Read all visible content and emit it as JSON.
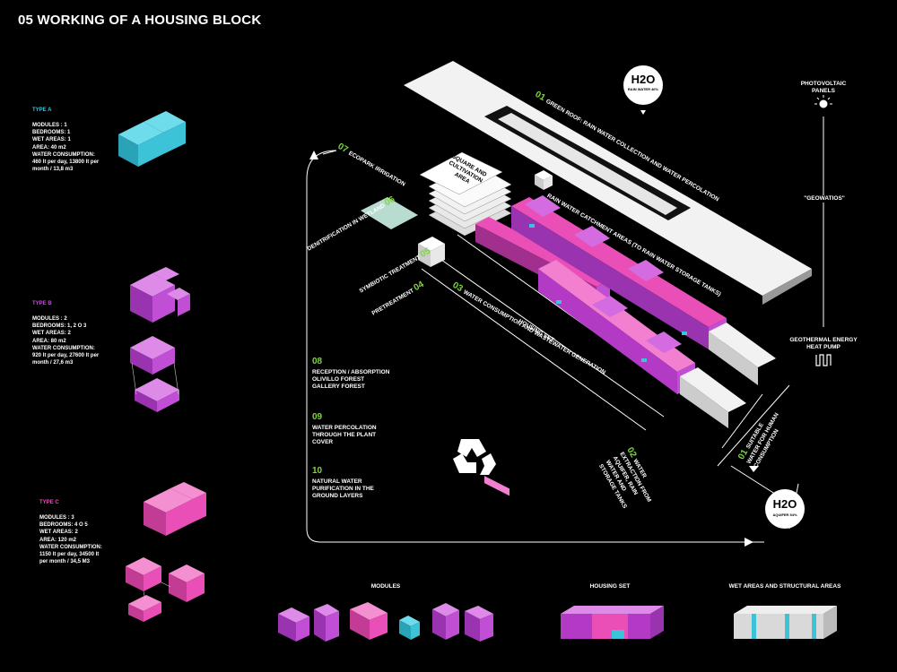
{
  "title": "05 WORKING OF A HOUSING BLOCK",
  "types": [
    {
      "label": "TYPE A",
      "lines": [
        "MODULES : 1",
        "BEDROOMS: 1",
        "WET AREAS: 1",
        "AREA: 40 m2",
        "WATER CONSUMPTION:",
        "460 lt per day, 13800 lt per",
        "month / 13,8 m3"
      ]
    },
    {
      "label": "TYPE B",
      "lines": [
        "MODULES : 2",
        "BEDROOMS: 1, 2 O 3",
        "WET AREAS: 2",
        "AREA: 80 m2",
        "WATER CONSUMPTION:",
        "920 lt per day, 27600 lt per",
        "month / 27,6 m3"
      ]
    },
    {
      "label": "TYPE C",
      "lines": [
        "MODULES : 3",
        "BEDROOMS: 4 O 5",
        "WET AREAS: 2",
        "AREA: 120 m2",
        "WATER CONSUMPTION:",
        "1150 lt per day, 34500 lt",
        "per month / 34,5 M3"
      ]
    }
  ],
  "steps_rotated": {
    "s01": {
      "num": "01",
      "text": "GREEN ROOF: RAIN WATER COLLECTION AND WATER PERCOLATION"
    },
    "s02": {
      "num": "02",
      "text": "WATER EXTRACTION FROM AQUIFER, RAIN WATER AND STORAGE TANKS"
    },
    "s03": {
      "num": "03",
      "text": "WATER CONSUMPTION AND WASTEWATER GENERATION"
    },
    "s04": {
      "num": "04",
      "text": "PRETREATMENT"
    },
    "s05": {
      "num": "05",
      "text": "SYMBIOTIC TREATMENT"
    },
    "s06": {
      "num": "06",
      "text": "DENITRIFICATION IN WETLAND"
    },
    "s07": {
      "num": "07",
      "text": "ECOPARK IRRIGATION"
    },
    "s01b": {
      "num": "01",
      "text": "SUITABLE WATER FOR HUMAN CONSUMPTION"
    }
  },
  "steps_list": [
    {
      "num": "08",
      "lines": [
        "RECEPTION / ABSORPTION",
        "OLIVILLO FOREST",
        "GALLERY FOREST"
      ]
    },
    {
      "num": "09",
      "lines": [
        "WATER PERCOLATION",
        "THROUGH THE PLANT",
        "COVER"
      ]
    },
    {
      "num": "10",
      "lines": [
        "NATURAL WATER",
        "PURIFICATION IN THE",
        "GROUND LAYERS"
      ]
    }
  ],
  "labels": {
    "square": "SQUARE AND CULTIVATION AREA",
    "catchment": "RAIN WATER CATCHMENT AREAS (TO RAIN WATER STORAGE TANKS)",
    "housing_set": "HOUSING SET",
    "photovoltaic": "PHOTOVOLTAIC PANELS",
    "geowatios": "\"GEOWATIOS\"",
    "geothermal": "GEOTHERMAL ENERGY HEAT PUMP",
    "rain_h2o": "H2O",
    "rain_pct": "RAIN WATER 46%",
    "aquifer_h2o": "H2O",
    "aquifer_pct": "AQUIFER 54%"
  },
  "legend": {
    "modules": "MODULES",
    "housing_set": "HOUSING SET",
    "wet_areas": "WET AREAS AND STRUCTURAL AREAS"
  },
  "colors": {
    "cyan": "#3cc3d8",
    "magenta": "#c04fd6",
    "pink": "#ea4fb7",
    "green": "#7dd63e",
    "wetland": "#b8dcd0"
  }
}
